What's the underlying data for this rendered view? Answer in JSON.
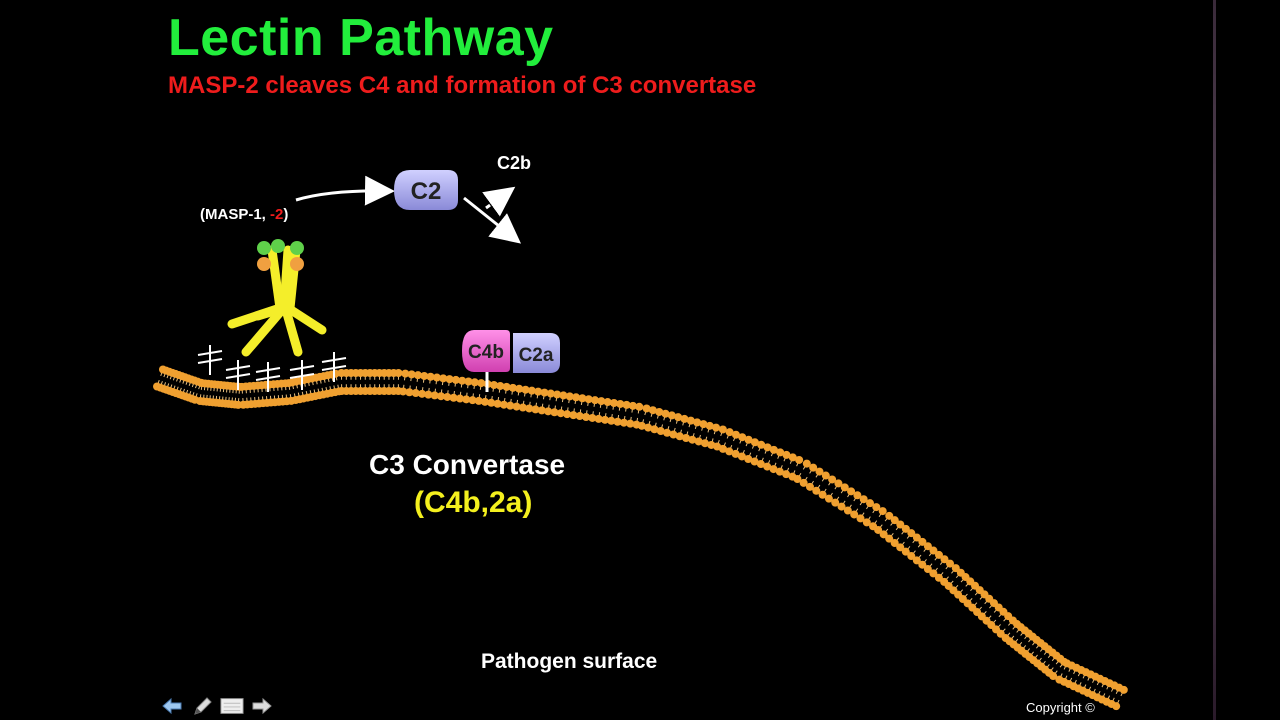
{
  "slide": {
    "title": "Lectin Pathway",
    "subtitle": "MASP-2 cleaves C4 and formation of C3 convertase"
  },
  "diagram": {
    "masp_label_prefix": "(MASP-1, ",
    "masp_label_highlight": "-2",
    "masp_label_suffix": ")",
    "c2_label": "C2",
    "c2b_label": "C2b",
    "c4b_label": "C4b",
    "c2a_label": "C2a",
    "convertase_label": "C3 Convertase",
    "convertase_formula": "(C4b,2a)",
    "surface_label": "Pathogen surface"
  },
  "footer": {
    "copyright": "Copyright ©"
  },
  "toolbar": {
    "icons": [
      "back-arrow-icon",
      "pen-icon",
      "slide-sorter-icon",
      "forward-arrow-icon"
    ]
  },
  "colors": {
    "title": "#22ee3c",
    "subtitle": "#ee1c1c",
    "formula": "#f4f01e",
    "membrane": "#f0a030",
    "mbl": "#f4ee2a",
    "c2": "#a8a8f0",
    "c4b": "#f060d0"
  }
}
